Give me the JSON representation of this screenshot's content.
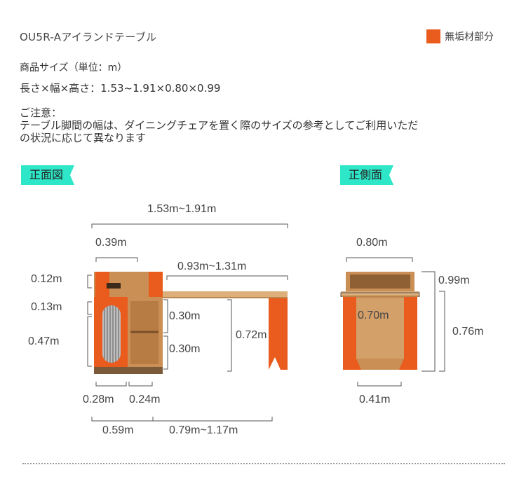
{
  "header": {
    "product_title": "OU5R-Aアイランドテーブル",
    "legend_label": "無垢材部分",
    "legend_color": "#ea5b1e"
  },
  "specs": {
    "size_heading": "商品サイズ（単位：m）",
    "size_line": "長さ×幅×高さ：1.53~1.91×0.80×0.99"
  },
  "notes": {
    "heading": "ご注意：",
    "line1": "テーブル脚間の幅は、ダイニングチェアを置く際のサイズの参考としてご利用いただ",
    "line2": "の状況に応じて異なります"
  },
  "front_view": {
    "label": "正面図",
    "dims": {
      "total_length": "1.53m~1.91m",
      "cabinet_width": "0.39m",
      "extension_length": "0.93m~1.31m",
      "top_height": "0.12m",
      "drawer_height": "0.13m",
      "lower_height": "0.47m",
      "shelf_height_upper": "0.30m",
      "shelf_height_lower": "0.30m",
      "table_height": "0.72m",
      "door_width": "0.28m",
      "shelf_width": "0.24m",
      "base_width": "0.59m",
      "leg_span": "0.79m~1.17m"
    }
  },
  "side_view": {
    "label": "正側面",
    "dims": {
      "depth": "0.80m",
      "inner_depth": "0.70m",
      "total_height": "0.99m",
      "table_height": "0.76m",
      "leg_gap": "0.41m"
    }
  },
  "colors": {
    "orange": "#ea5b1e",
    "wood": "#c98f55",
    "wood_light": "#ddb07b",
    "tag_teal": "#2ee6c8"
  }
}
